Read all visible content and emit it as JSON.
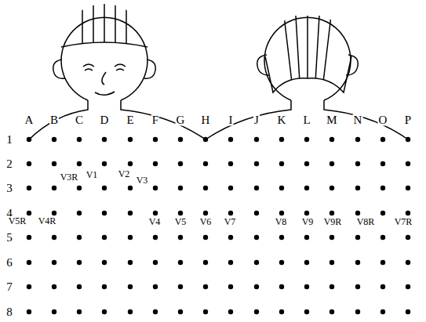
{
  "diagram": {
    "labels": [
      "A",
      "B",
      "C",
      "D",
      "E",
      "F",
      "G",
      "H",
      "I",
      "J",
      "K",
      "L",
      "M",
      "N",
      "O",
      "P",
      "1",
      "2",
      "3",
      "4",
      "5",
      "6",
      "7",
      "8",
      "V3R",
      "V1",
      "V2",
      "V3",
      "V5R",
      "V4R",
      "V4",
      "V5",
      "V6",
      "V7",
      "V8",
      "V9",
      "V9R",
      "V8R",
      "V7R"
    ]
  }
}
